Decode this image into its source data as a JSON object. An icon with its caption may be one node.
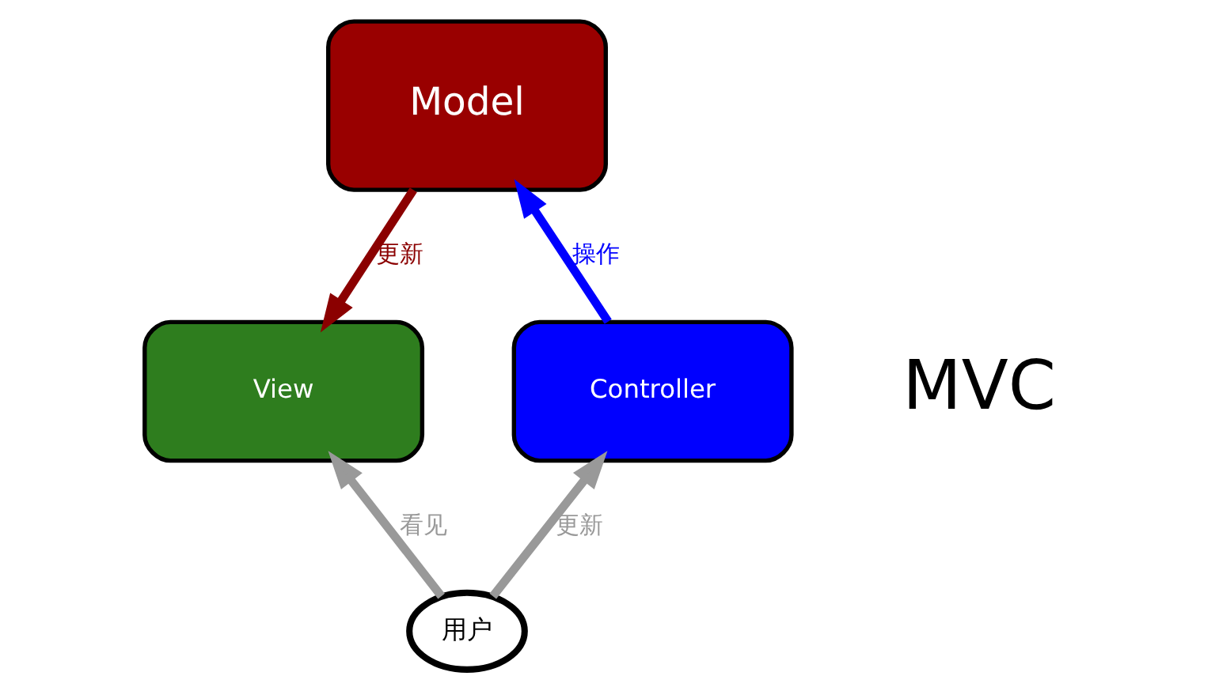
{
  "diagram": {
    "nodes": [
      {
        "text": [
          "Model"
        ]
      },
      {
        "text": [
          "View"
        ]
      },
      {
        "text": [
          "Controller"
        ]
      },
      {
        "text": [
          "用户"
        ]
      }
    ],
    "edges": [
      {
        "from": 0,
        "to": 1,
        "arrow": "to",
        "label": "更新",
        "color": "#8b0000"
      },
      {
        "from": 2,
        "to": 0,
        "arrow": "to",
        "label": "操作",
        "color": "#0000ff"
      },
      {
        "from": 3,
        "to": 1,
        "arrow": "to",
        "label": "看见",
        "color": "#999999"
      },
      {
        "from": 3,
        "to": 2,
        "arrow": "to",
        "label": "更新",
        "color": "#999999"
      }
    ],
    "labels": [
      "MVC"
    ]
  }
}
